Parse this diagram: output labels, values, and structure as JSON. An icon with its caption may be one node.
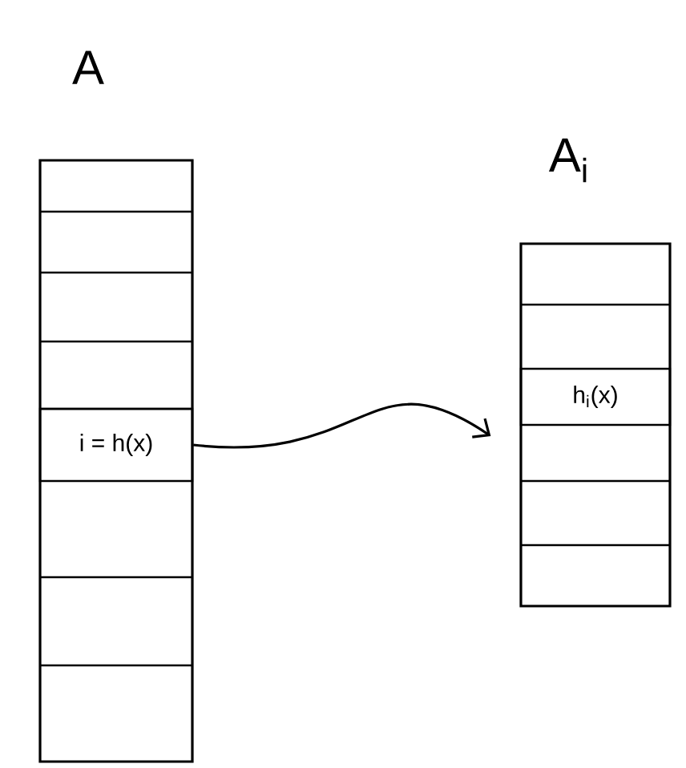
{
  "diagram": {
    "nodes": [
      {
        "text": [
          "A"
        ]
      },
      {
        "text": [
          "i = h(x)"
        ],
        "in": 0
      },
      {
        "text": [
          "A$_{i}$"
        ]
      },
      {
        "text": [
          "h$_{i}$(x)"
        ],
        "in": 2
      }
    ],
    "edges": [
      {
        "from": 1,
        "to": 2,
        "arrow": "to"
      }
    ]
  }
}
